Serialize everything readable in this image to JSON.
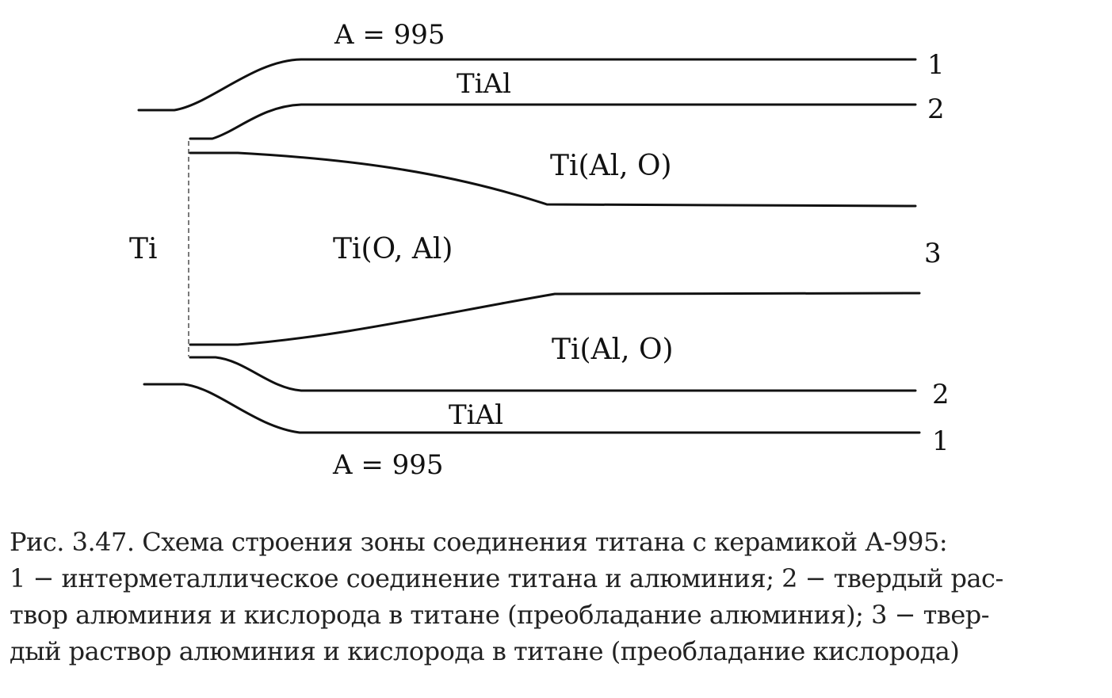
{
  "diagram": {
    "labels": {
      "ceramic_top": "A = 995",
      "ceramic_bottom": "A = 995",
      "tial_top": "TiAl",
      "tial_bottom": "TiAl",
      "ti_al_o_top": "Ti(Al, O)",
      "ti_al_o_bottom": "Ti(Al, O)",
      "ti_o_al": "Ti(O, Al)",
      "ti": "Ti",
      "num_1_top": "1",
      "num_2_top": "2",
      "num_3": "3",
      "num_2_bottom": "2",
      "num_1_bottom": "1"
    }
  },
  "caption": {
    "line1": "Рис. 3.47. Схема строения зоны соединения титана с керамикой А-995:",
    "line2": "1 − интерметаллическое соединение титана и алюминия; 2 − твердый рас-",
    "line3": "твор алюминия и кислорода в титане (преобладание алюминия); 3 − твер-",
    "line4": "дый раствор алюминия и кислорода в титане (преобладание кислорода)"
  }
}
